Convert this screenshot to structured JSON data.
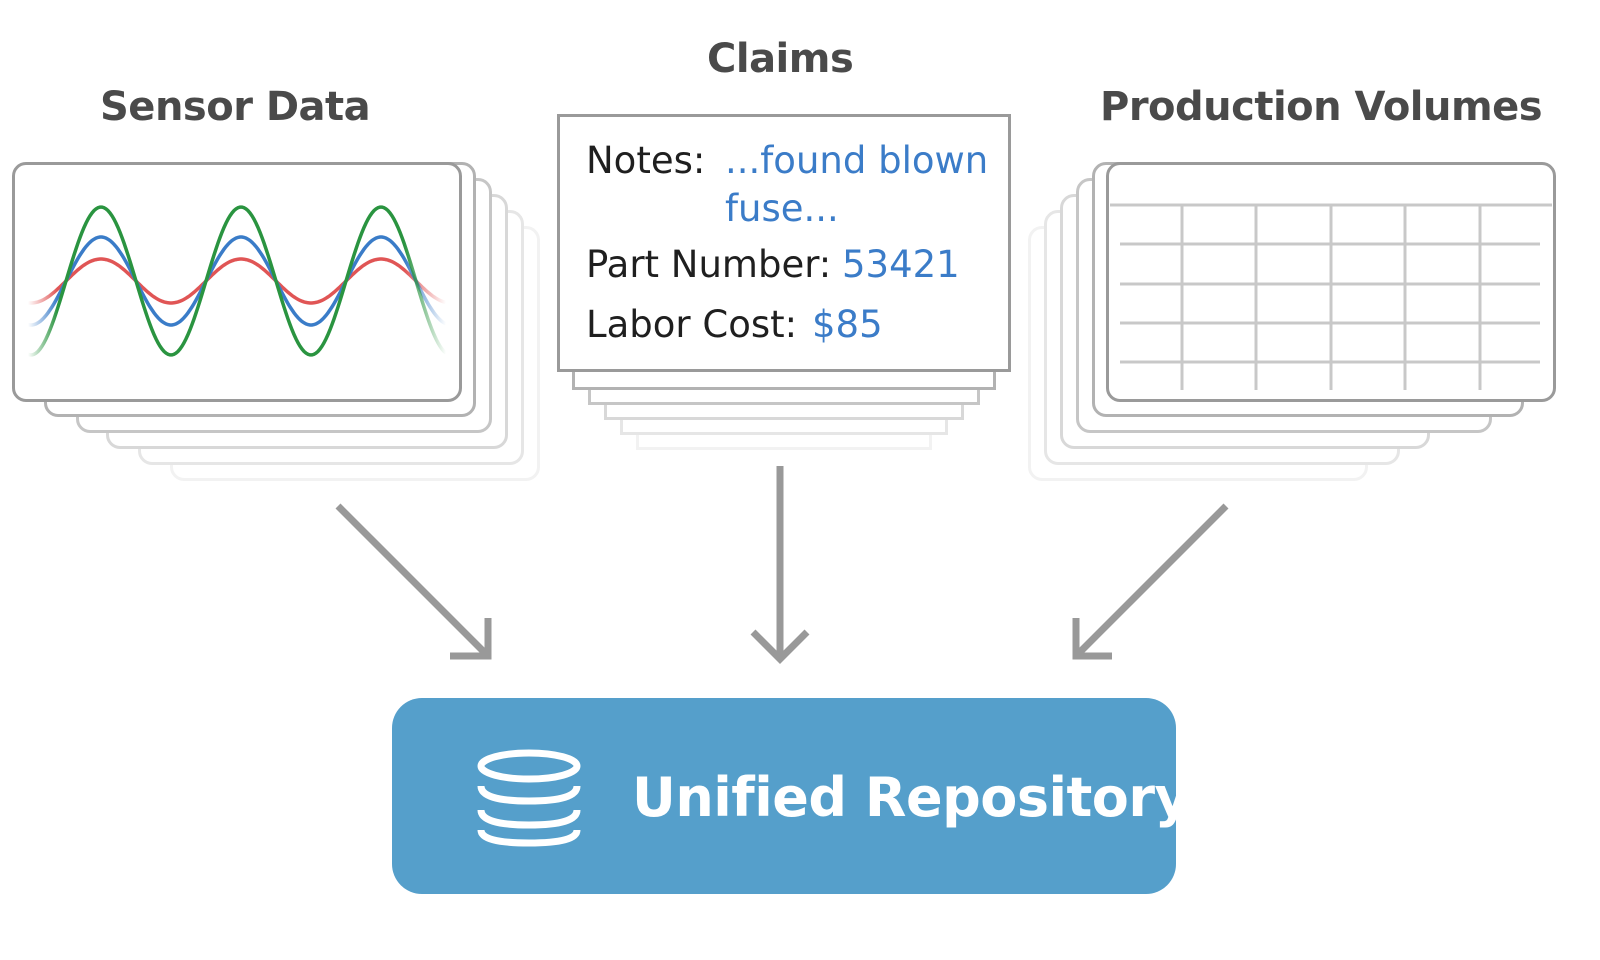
{
  "sources": {
    "sensor": {
      "title": "Sensor Data"
    },
    "claims": {
      "title": "Claims",
      "fields": [
        {
          "label": "Notes:",
          "value_line1": "...found blown",
          "value_line2": "fuse..."
        },
        {
          "label": "Part Number:",
          "value": "53421"
        },
        {
          "label": "Labor Cost:",
          "value": "$85"
        }
      ]
    },
    "production": {
      "title": "Production Volumes"
    }
  },
  "target": {
    "label": "Unified Repository",
    "icon": "database-icon"
  },
  "colors": {
    "wave_green": "#2a9440",
    "wave_blue": "#3a7cc8",
    "wave_red": "#e05555",
    "repo_fill": "#559fcb",
    "arrow": "#999999",
    "value_text": "#3b7cc8"
  }
}
